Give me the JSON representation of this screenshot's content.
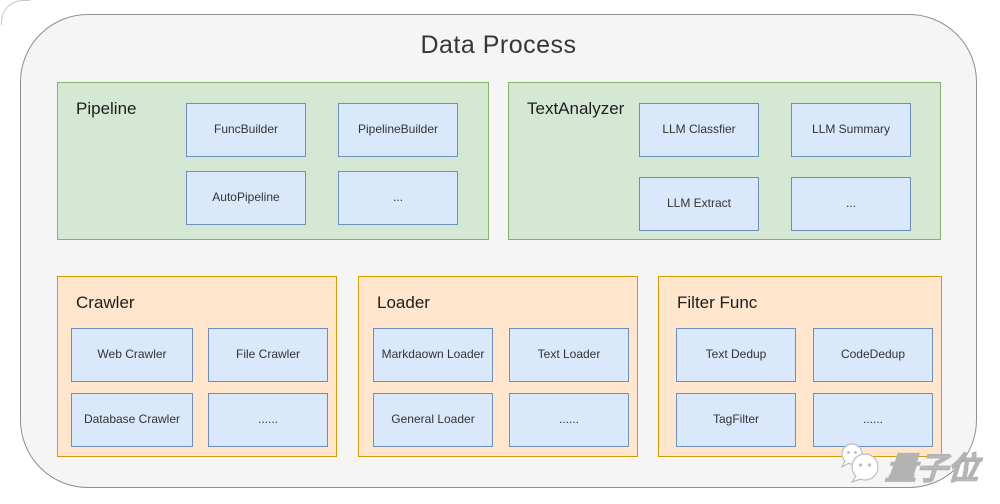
{
  "title": "Data Process",
  "colors": {
    "container_bg": "#f4f5f4",
    "container_border": "#8f8f8f",
    "green_panel_bg": "#d5e8d4",
    "green_panel_border": "#82b366",
    "orange_panel_bg": "#ffe6cc",
    "orange_panel_border": "#d79b00",
    "item_bg": "#dae8fc",
    "item_border": "#6c8ebf",
    "text": "#333333"
  },
  "panels": [
    {
      "label": "Pipeline",
      "group": "green",
      "items": [
        "FuncBuilder",
        "PipelineBuilder",
        "AutoPipeline",
        "..."
      ]
    },
    {
      "label": "TextAnalyzer",
      "group": "green",
      "items": [
        "LLM Classfier",
        "LLM Summary",
        "LLM Extract",
        "..."
      ]
    },
    {
      "label": "Crawler",
      "group": "orange",
      "items": [
        "Web Crawler",
        "File Crawler",
        "Database Crawler",
        "......"
      ]
    },
    {
      "label": "Loader",
      "group": "orange",
      "items": [
        "Markdaown Loader",
        "Text Loader",
        "General Loader",
        "......"
      ]
    },
    {
      "label": "Filter Func",
      "group": "orange",
      "items": [
        "Text Dedup",
        "CodeDedup",
        "TagFilter",
        "......"
      ]
    }
  ],
  "watermark": {
    "text": "量子位",
    "icon": "wechat-chat-bubbles-icon"
  }
}
